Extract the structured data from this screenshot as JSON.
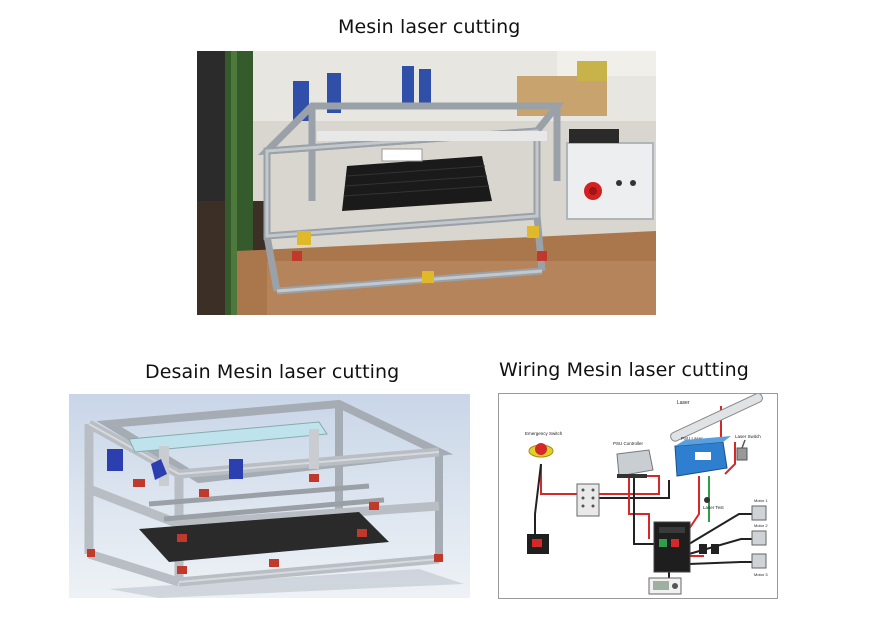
{
  "captions": {
    "photo": "Mesin laser cutting",
    "design": "Desain Mesin laser cutting",
    "wiring": "Wiring Mesin laser cutting"
  },
  "wiring_labels": {
    "laser": "Laser",
    "emergency_switch": "Emergency Switch",
    "psu_controller": "PSU Controller",
    "psu_laser": "PSU Laser",
    "laser_switch": "Laser Switch",
    "laser_test": "Laser Test",
    "motor_1": "Motor 1",
    "motor_2": "Motor 2",
    "motor_3": "Motor 3"
  },
  "colors": {
    "aluminum": "#b9bec4",
    "brace_red": "#c0392b",
    "mount_blue": "#2b3fb0",
    "wire_red": "#d62828",
    "wire_black": "#222222",
    "wire_green": "#2e9e4a",
    "psu_laser_blue": "#2f7fd0"
  }
}
